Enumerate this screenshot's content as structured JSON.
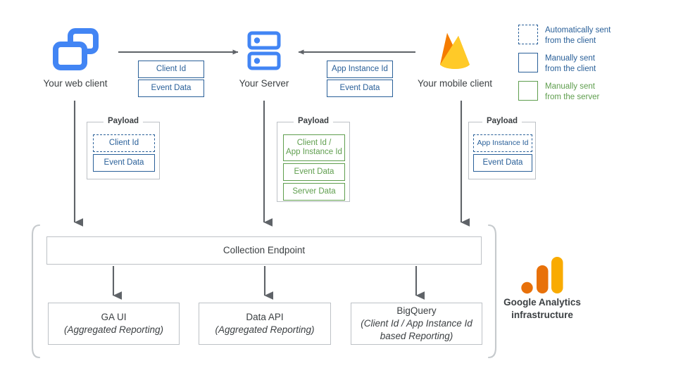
{
  "diagram": {
    "title": "Google Analytics data collection architecture",
    "colors": {
      "blue": "#2a6099",
      "green": "#5f9e4e",
      "icon_blue": "#4285f4",
      "arrow_gray": "#5f6368",
      "box_border": "#bdc1c6",
      "firebase_orange": "#f57c00",
      "firebase_amber": "#ffa000",
      "firebase_yellow": "#ffca28",
      "ga_orange_dot": "#e8710a",
      "ga_orange_bar": "#e8710a",
      "ga_yellow_bar": "#f9ab00"
    }
  },
  "nodes": {
    "web_client": {
      "label": "Your web client",
      "icon": "windows-overlap-icon"
    },
    "server": {
      "label": "Your Server",
      "icon": "server-rack-icon"
    },
    "mobile_client": {
      "label": "Your mobile client",
      "icon": "firebase-flame-icon"
    }
  },
  "flows": {
    "web_to_server": {
      "direction": "right",
      "chips": [
        "Client Id",
        "Event Data"
      ]
    },
    "mobile_to_server": {
      "direction": "left",
      "chips": [
        "App Instance Id",
        "Event Data"
      ]
    }
  },
  "payloads": [
    {
      "legend": "Payload",
      "source": "web-client",
      "items": [
        {
          "label": "Client Id",
          "style": "dashed-blue"
        },
        {
          "label": "Event Data",
          "style": "solid-blue"
        }
      ]
    },
    {
      "legend": "Payload",
      "source": "server",
      "items": [
        {
          "label": "Client Id /\nApp Instance Id",
          "line1": "Client Id /",
          "line2": "App Instance Id",
          "style": "solid-green"
        },
        {
          "label": "Event Data",
          "style": "solid-green"
        },
        {
          "label": "Server Data",
          "style": "solid-green"
        }
      ]
    },
    {
      "legend": "Payload",
      "source": "mobile-client",
      "items": [
        {
          "label": "App Instance Id",
          "style": "dashed-blue"
        },
        {
          "label": "Event Data",
          "style": "solid-blue"
        }
      ]
    }
  ],
  "infrastructure": {
    "collection_endpoint": "Collection Endpoint",
    "outputs": [
      {
        "title": "GA UI",
        "subtitle": "(Aggregated Reporting)"
      },
      {
        "title": "Data API",
        "subtitle": "(Aggregated Reporting)"
      },
      {
        "title": "BigQuery",
        "subtitle_line1": "(Client Id / App Instance Id",
        "subtitle_line2": "based Reporting)"
      }
    ],
    "brand_label_line1": "Google Analytics",
    "brand_label_line2": "infrastructure",
    "brand_icon": "google-analytics-bars-icon"
  },
  "legend": {
    "items": [
      {
        "style": "dashed-blue",
        "line1": "Automatically sent",
        "line2": "from the client"
      },
      {
        "style": "solid-blue",
        "line1": "Manually sent",
        "line2": "from the client"
      },
      {
        "style": "solid-green",
        "line1": "Manually sent",
        "line2": "from the server"
      }
    ]
  }
}
